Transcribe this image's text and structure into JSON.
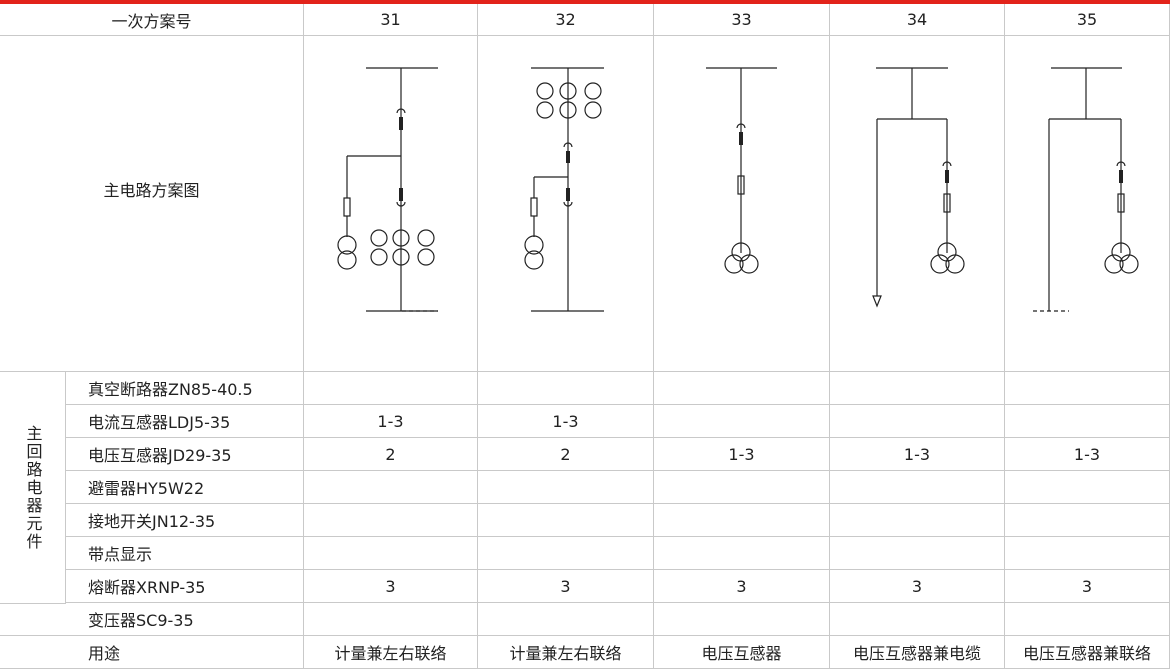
{
  "header": {
    "label": "一次方案号",
    "schemes": [
      "31",
      "32",
      "33",
      "34",
      "35"
    ]
  },
  "diagram_row": {
    "label": "主电路方案图"
  },
  "group_label": "主回路电器元件",
  "component_rows": [
    {
      "label": "真空断路器ZN85-40.5",
      "values": [
        "",
        "",
        "",
        "",
        ""
      ]
    },
    {
      "label": "电流互感器LDJ5-35",
      "values": [
        "1-3",
        "1-3",
        "",
        "",
        ""
      ]
    },
    {
      "label": "电压互感器JD29-35",
      "values": [
        "2",
        "2",
        "1-3",
        "1-3",
        "1-3"
      ]
    },
    {
      "label": "避雷器HY5W22",
      "values": [
        "",
        "",
        "",
        "",
        ""
      ]
    },
    {
      "label": "接地开关JN12-35",
      "values": [
        "",
        "",
        "",
        "",
        ""
      ]
    },
    {
      "label": "带点显示",
      "values": [
        "",
        "",
        "",
        "",
        ""
      ]
    },
    {
      "label": "熔断器XRNP-35",
      "values": [
        "3",
        "3",
        "3",
        "3",
        "3"
      ]
    }
  ],
  "transformer_row": {
    "label": "变压器SC9-35",
    "values": [
      "",
      "",
      "",
      "",
      ""
    ]
  },
  "usage_row": {
    "label": "用途",
    "values": [
      "计量兼左右联络",
      "计量兼左右联络",
      "电压互感器",
      "电压互感器兼电缆",
      "电压互感器兼联络"
    ]
  },
  "colors": {
    "accent": "#e2231a",
    "grid": "#c9c9c9"
  }
}
